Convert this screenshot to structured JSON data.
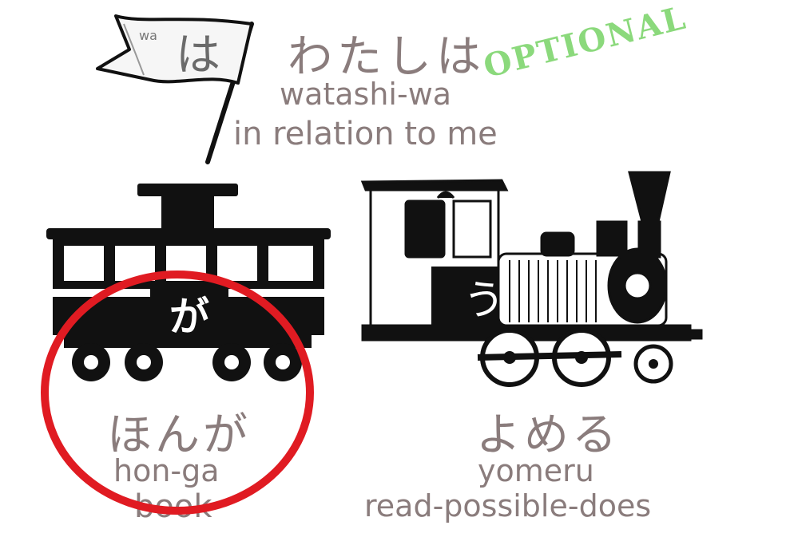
{
  "flag": {
    "small_label": "wa",
    "kana": "は",
    "icon": "flag-icon"
  },
  "topic": {
    "kana": "わたしは",
    "romaji": "watashi-wa",
    "meaning": "in relation to me",
    "stamp": "OPTIONAL",
    "stamp_color": "#8bd97c"
  },
  "subject": {
    "car_kana": "が",
    "kana": "ほんが",
    "romaji": "hon-ga",
    "meaning": "book",
    "icon": "caboose-icon",
    "highlight_color": "#e01b22"
  },
  "verb": {
    "engine_kana": "う",
    "kana": "よめる",
    "romaji": "yomeru",
    "meaning": "read-possible-does",
    "icon": "locomotive-icon"
  },
  "colors": {
    "text": "#8a7c7c",
    "ink": "#111111"
  }
}
